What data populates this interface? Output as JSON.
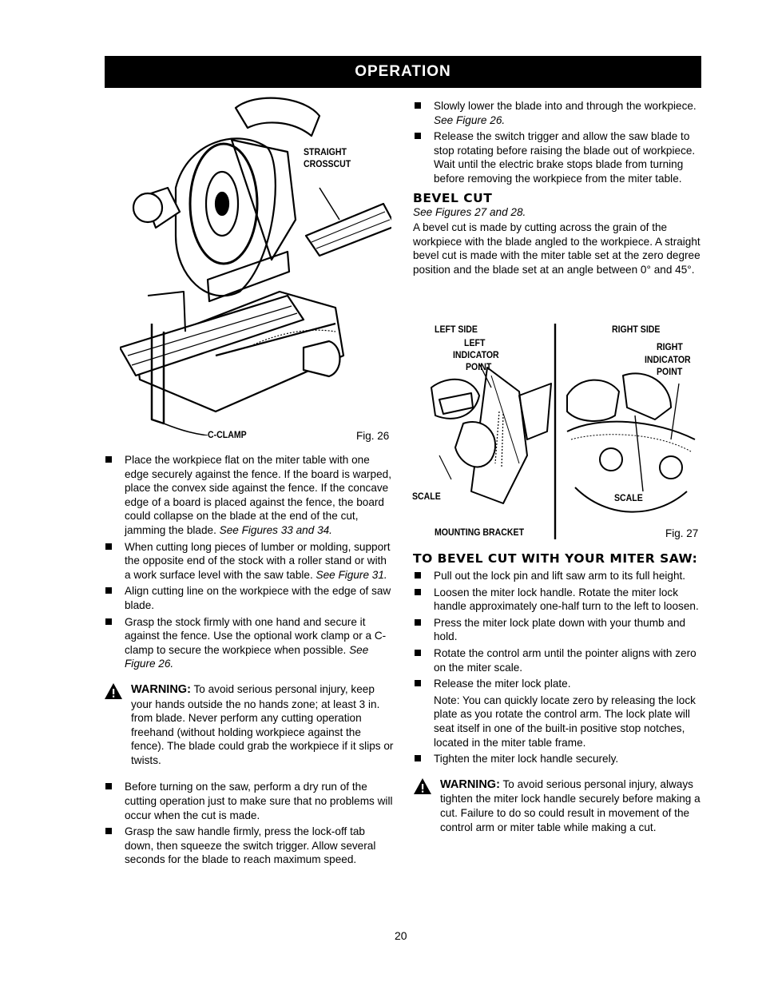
{
  "header": {
    "title": "OPERATION"
  },
  "fig26": {
    "label_crosscut_1": "STRAIGHT",
    "label_crosscut_2": "CROSSCUT",
    "label_clamp": "C-CLAMP",
    "caption": "Fig. 26"
  },
  "fig27": {
    "left_side": "LEFT SIDE",
    "left_ind_1": "LEFT",
    "left_ind_2": "INDICATOR",
    "left_ind_3": "POINT",
    "right_side": "RIGHT SIDE",
    "right_ind_1": "RIGHT",
    "right_ind_2": "INDICATOR",
    "right_ind_3": "POINT",
    "scale_left": "SCALE",
    "scale_right": "SCALE",
    "mounting": "MOUNTING BRACKET",
    "caption": "Fig. 27"
  },
  "left_col": {
    "b1": "Place the workpiece flat on the miter table with one edge securely against the fence. If the board is warped, place the convex side against the fence. If the concave edge of a board is placed against the fence, the board could collapse on the blade at the end of the cut, jamming the blade.",
    "b1_ref": "See Figures 33 and 34.",
    "b2": "When cutting long pieces of lumber or molding, support the opposite end of the stock with a roller stand or with a work surface level with the saw table.",
    "b2_ref": "See Figure 31.",
    "b3": "Align cutting line on the workpiece with the edge of saw blade.",
    "b4": "Grasp the stock firmly with one hand and secure it against the fence. Use the optional work clamp or a C-clamp to secure the workpiece when possible.",
    "b4_ref": "See Figure 26.",
    "warn_label": "WARNING:",
    "warn_text": "To avoid serious personal injury, keep your hands outside the no hands zone; at least 3 in. from blade. Never perform any cutting operation freehand (without holding workpiece against the fence). The blade could grab the workpiece if it slips or twists.",
    "b5": "Before turning on the saw, perform a dry run of the cutting operation just to make sure that no problems will occur when the cut is made.",
    "b6": "Grasp the saw handle firmly, press the lock-off tab down, then squeeze the switch trigger. Allow several seconds for the blade to reach maximum speed."
  },
  "right_col": {
    "b1": "Slowly lower the blade into and through the workpiece.",
    "b1_ref": "See Figure 26.",
    "b2": "Release the switch trigger and allow the saw blade to stop rotating before raising the blade out of workpiece. Wait until the electric brake stops blade from turning before removing the workpiece from the miter table.",
    "bevel_heading": "BEVEL CUT",
    "bevel_ref": "See Figures 27 and 28.",
    "bevel_text": "A bevel cut is made by cutting across the grain of the workpiece with the blade angled to the workpiece. A straight bevel cut is made with the miter table set at the zero degree position and the blade set at an angle between 0° and 45°.",
    "to_bevel_heading": "TO BEVEL CUT WITH YOUR MITER SAW:",
    "s1": "Pull out the lock pin and lift saw arm to its full height.",
    "s2": "Loosen the miter lock handle. Rotate the miter lock handle approximately one-half turn to the left to loosen.",
    "s3": "Press the miter lock plate down with your thumb and hold.",
    "s4": "Rotate the control arm until the pointer aligns with zero on the miter scale.",
    "s5": "Release the miter lock plate.",
    "note_label": "Note:",
    "note_text": "You can quickly locate zero by releasing the lock plate as you rotate the control arm. The lock plate will seat itself in one of the built-in positive stop notches, located in the miter table frame.",
    "s6": "Tighten the miter lock handle securely.",
    "warn_label": "WARNING:",
    "warn_text": "To avoid serious personal injury, always tighten the miter lock handle securely before making a cut. Failure to do so could result in movement of the control arm or miter table while making a cut."
  },
  "page_number": "20"
}
